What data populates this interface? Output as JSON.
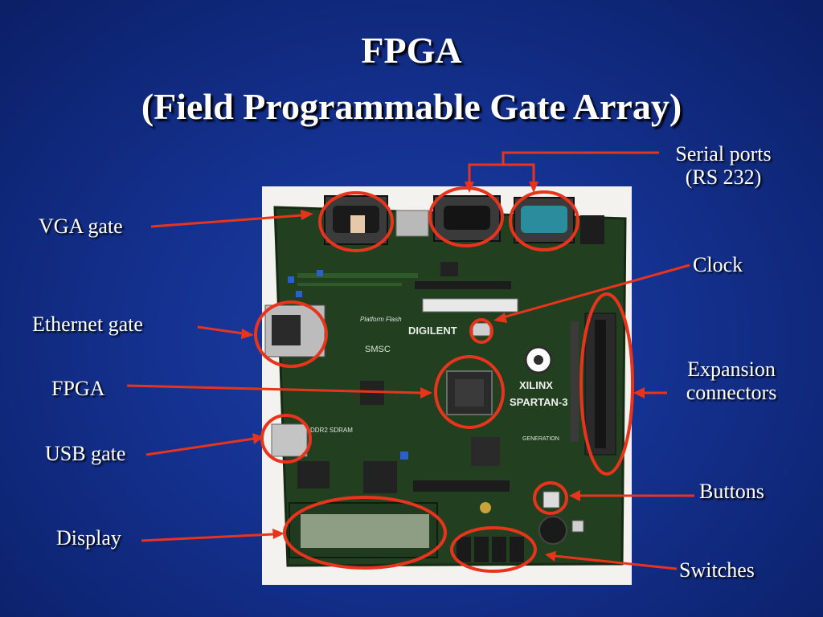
{
  "slide": {
    "title_line1": "FPGA",
    "title_line2": "(Field Programmable Gate Array)"
  },
  "labels": {
    "vga": "VGA gate",
    "ethernet": "Ethernet gate",
    "fpga": "FPGA",
    "usb": "USB gate",
    "display": "Display",
    "serial_line1": "Serial ports",
    "serial_line2": "(RS 232)",
    "clock": "Clock",
    "expansion_line1": "Expansion",
    "expansion_line2": "connectors",
    "buttons": "Buttons",
    "switches": "Switches"
  },
  "board_text": {
    "maker": "DIGILENT",
    "chip_brand": "XILINX",
    "chip_family": "SPARTAN-3",
    "ram": "DDR2 SDRAM",
    "flash": "Platform Flash",
    "smsc": "SMSC",
    "generation": "GENERATION"
  },
  "colors": {
    "background": "#14318f",
    "annotation": "#e8341c",
    "board": "#1f3d1f",
    "photo_bg": "#f4f2ee"
  }
}
